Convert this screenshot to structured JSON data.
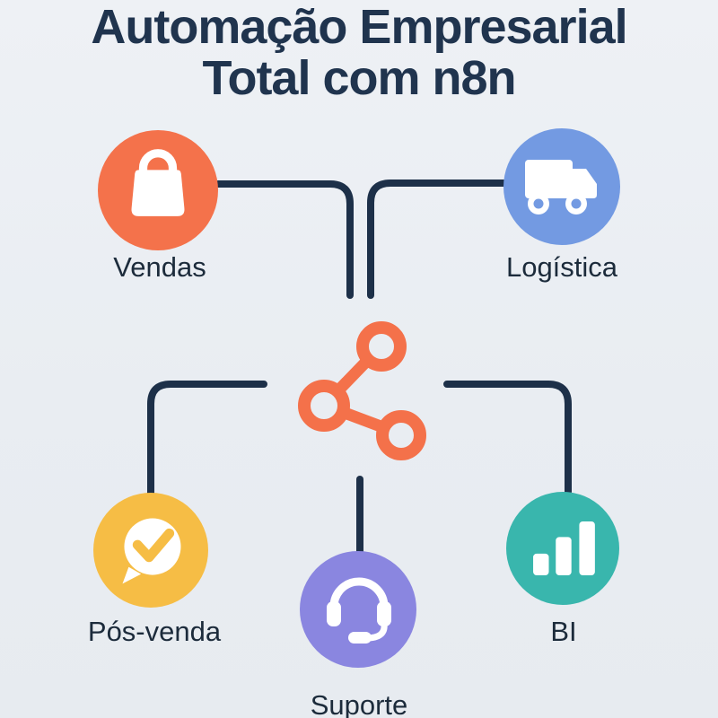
{
  "title": {
    "line1": "Automação Empresarial",
    "line2": "Total com n8n"
  },
  "center_icon": {
    "name": "n8n-share-icon",
    "color": "#F4714A"
  },
  "nodes": {
    "vendas": {
      "label": "Vendas",
      "color": "#F4724B",
      "icon": "shopping-bag-icon"
    },
    "logistica": {
      "label": "Logística",
      "color": "#739AE2",
      "icon": "truck-icon"
    },
    "pos_venda": {
      "label": "Pós-venda",
      "color": "#F6BD45",
      "icon": "chat-checkmark-icon"
    },
    "suporte": {
      "label": "Suporte",
      "color": "#8A86E0",
      "icon": "headset-icon"
    },
    "bi": {
      "label": "BI",
      "color": "#39B6AD",
      "icon": "bar-chart-icon"
    }
  },
  "colors": {
    "background": "#E9EDF2",
    "connector": "#1D3049",
    "title_text": "#20344E",
    "label_text": "#1C2B3B",
    "icon_fill": "#FFFFFF"
  }
}
